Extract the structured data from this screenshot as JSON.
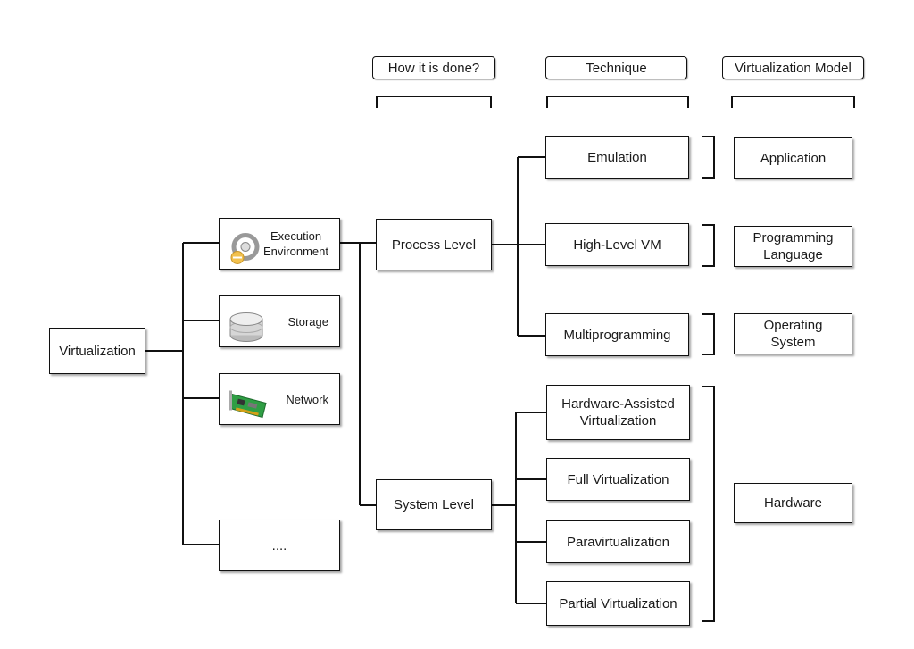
{
  "root": {
    "label": "Virtualization"
  },
  "headers": {
    "how": "How it is done?",
    "technique": "Technique",
    "model": "Virtualization Model"
  },
  "resources": [
    {
      "label": "Execution\nEnvironment",
      "icon": "execution-environment-icon"
    },
    {
      "label": "Storage",
      "icon": "storage-disk-icon"
    },
    {
      "label": "Network",
      "icon": "network-card-icon"
    },
    {
      "label": "....",
      "icon": ""
    }
  ],
  "levels": {
    "process": "Process Level",
    "system": "System Level"
  },
  "process_techniques": [
    "Emulation",
    "High-Level VM",
    "Multiprogramming"
  ],
  "system_techniques": [
    "Hardware-Assisted\nVirtualization",
    "Full Virtualization",
    "Paravirtualization",
    "Partial Virtualization"
  ],
  "models": {
    "application": "Application",
    "programming_language": "Programming\nLanguage",
    "operating_system": "Operating\nSystem",
    "hardware": "Hardware"
  }
}
